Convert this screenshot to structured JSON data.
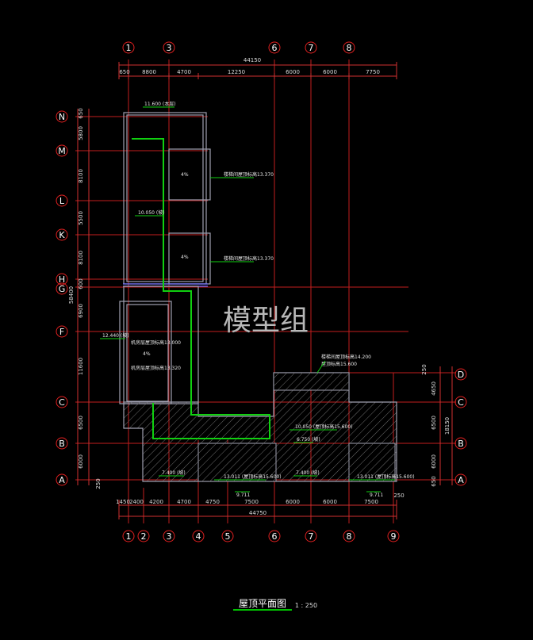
{
  "title": {
    "text": "屋顶平面图",
    "scale": "1 : 250"
  },
  "watermark": "模型组",
  "colors": {
    "background": "#000000",
    "grid_line": "#ff3b3b",
    "dim_line": "#ff5555",
    "wall": "#9a9aa6",
    "green_line": "#10d010",
    "hatch": "#707070",
    "annotation": "#e8e8e8",
    "title_underline": "#00c000",
    "watermark": "#b8b8b8"
  },
  "axes": {
    "top": [
      "1",
      "3",
      "6",
      "7",
      "8"
    ],
    "bottom": [
      "1",
      "2",
      "3",
      "4",
      "5",
      "6",
      "7",
      "8",
      "9"
    ],
    "left": [
      "N",
      "M",
      "L",
      "K",
      "H",
      "G",
      "F",
      "C",
      "B",
      "A"
    ],
    "right": [
      "D",
      "C",
      "B",
      "A"
    ]
  },
  "dimensions": {
    "top_total": "44150",
    "top_segments": [
      "650",
      "8800",
      "4700",
      "12250",
      "6000",
      "6000",
      "7750"
    ],
    "bottom_total": "44750",
    "bottom_segments": [
      "1450",
      "2400",
      "4200",
      "4700",
      "4750",
      "7500",
      "6000",
      "6000",
      "7500",
      "250"
    ],
    "left_segments": [
      "650",
      "5800",
      "8100",
      "5500",
      "8100",
      "600",
      "6900",
      "11600",
      "6500",
      "6000",
      "250"
    ],
    "left_total": "58400",
    "right_segments": [
      "250",
      "4650",
      "6500",
      "6000",
      "650"
    ],
    "right_total": "18150"
  },
  "annotations": {
    "top_level": "11.600 (本层)",
    "stair1_level": "楼梯间屋顶标高13.370",
    "stair2_level": "楼梯间屋顶标高13.370",
    "mid_level": "10.050 (坡)",
    "left_level": "12.440 (坡)",
    "left_note1": "机房层屋顶标高13.000",
    "left_note2": "机房层屋顶标高13.320",
    "right_top_note": "楼梯间屋顶标高14.200",
    "right_top_note2": "屋顶标高15.600",
    "right_mid_level": "10.050 (屋顶标高15.600)",
    "right_mid_level2": "6.750 (坡)",
    "bottom_level1": "7.400 (坡)",
    "bottom_level2": "13.011 (屋顶标高15.600)",
    "bottom_level3": "7.400 (坡)",
    "bottom_level4": "13.011 (屋顶标高15.600)",
    "bottom_level5": "9.711",
    "bottom_level6": "9.711",
    "room_label1": "4%",
    "room_label2": "4%",
    "room_label3": "4%"
  }
}
